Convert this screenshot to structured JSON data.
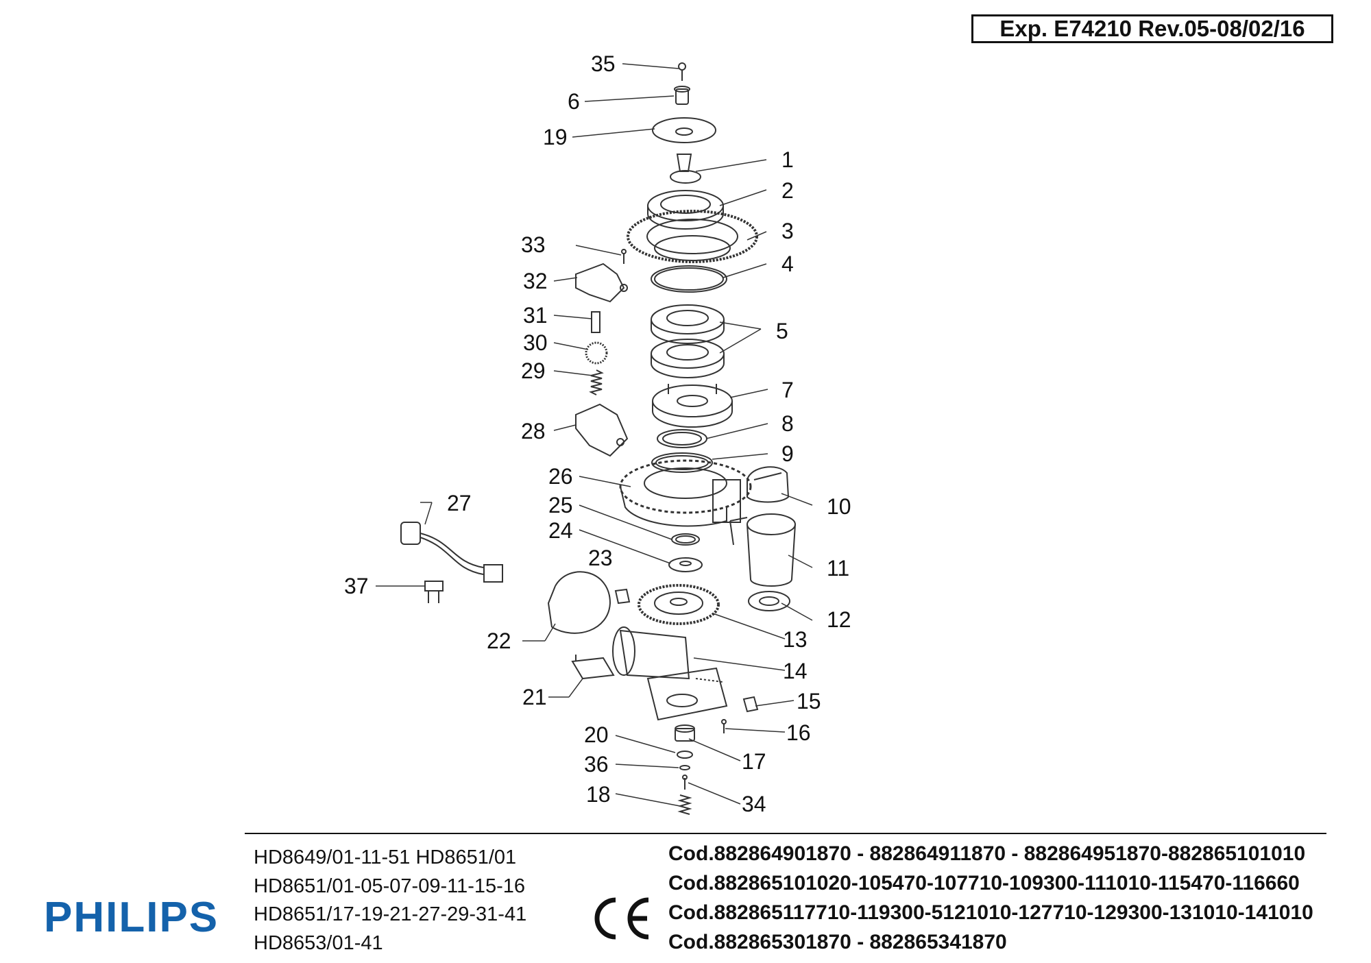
{
  "revision": "Exp. E74210 Rev.05-08/02/16",
  "brand": "PHILIPS",
  "mark": "CE",
  "models": [
    "HD8649/01-11-51 HD8651/01",
    "HD8651/01-05-07-09-11-15-16",
    "HD8651/17-19-21-27-29-31-41",
    "HD8653/01-41"
  ],
  "codes": [
    "Cod.882864901870 - 882864911870 - 882864951870-882865101010",
    "Cod.882865101020-105470-107710-109300-111010-115470-116660",
    "Cod.882865117710-119300-5121010-127710-129300-131010-141010",
    "Cod.882865301870 - 882865341870"
  ],
  "part_labels": [
    "35",
    "6",
    "19",
    "1",
    "2",
    "3",
    "4",
    "33",
    "32",
    "31",
    "30",
    "5",
    "29",
    "7",
    "28",
    "8",
    "9",
    "26",
    "10",
    "27",
    "25",
    "24",
    "11",
    "23",
    "37",
    "12",
    "13",
    "22",
    "14",
    "21",
    "15",
    "20",
    "16",
    "36",
    "17",
    "18",
    "34"
  ],
  "colors": {
    "brand": "#1462ab",
    "line": "#111111"
  }
}
